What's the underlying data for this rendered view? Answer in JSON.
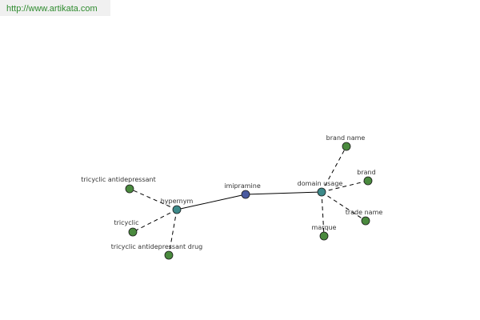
{
  "header": {
    "source_url": "http://www.artikata.com"
  },
  "graph": {
    "colors": {
      "center": "#4a5aa0",
      "relation": "#3d8a8a",
      "term": "#4a8a3e",
      "node_stroke": "#1a1a1a",
      "edge": "#000000"
    },
    "nodes": [
      {
        "id": "imipramine",
        "label": "imipramine",
        "kind": "center",
        "name": "node-imipramine"
      },
      {
        "id": "hypernym",
        "label": "hypernym",
        "kind": "relation",
        "name": "node-hypernym"
      },
      {
        "id": "domain_usage",
        "label": "domain usage",
        "kind": "relation",
        "name": "node-domain-usage"
      },
      {
        "id": "tricyclic_antidepressant",
        "label": "tricyclic antidepressant",
        "kind": "term",
        "name": "node-tricyclic-antidepressant"
      },
      {
        "id": "tricyclic",
        "label": "tricyclic",
        "kind": "term",
        "name": "node-tricyclic"
      },
      {
        "id": "tricyclic_antidepressant_drug",
        "label": "tricyclic antidepressant drug",
        "kind": "term",
        "name": "node-tricyclic-antidepressant-drug"
      },
      {
        "id": "brand_name",
        "label": "brand name",
        "kind": "term",
        "name": "node-brand-name"
      },
      {
        "id": "brand",
        "label": "brand",
        "kind": "term",
        "name": "node-brand"
      },
      {
        "id": "trade_name",
        "label": "trade name",
        "kind": "term",
        "name": "node-trade-name"
      },
      {
        "id": "marque",
        "label": "marque",
        "kind": "term",
        "name": "node-marque"
      }
    ],
    "edges": [
      {
        "from": "imipramine",
        "to": "hypernym",
        "style": "solid"
      },
      {
        "from": "imipramine",
        "to": "domain_usage",
        "style": "solid"
      },
      {
        "from": "hypernym",
        "to": "tricyclic_antidepressant",
        "style": "dashed"
      },
      {
        "from": "hypernym",
        "to": "tricyclic",
        "style": "dashed"
      },
      {
        "from": "hypernym",
        "to": "tricyclic_antidepressant_drug",
        "style": "dashed"
      },
      {
        "from": "domain_usage",
        "to": "brand_name",
        "style": "dashed"
      },
      {
        "from": "domain_usage",
        "to": "brand",
        "style": "dashed"
      },
      {
        "from": "domain_usage",
        "to": "trade_name",
        "style": "dashed"
      },
      {
        "from": "domain_usage",
        "to": "marque",
        "style": "dashed"
      }
    ]
  }
}
